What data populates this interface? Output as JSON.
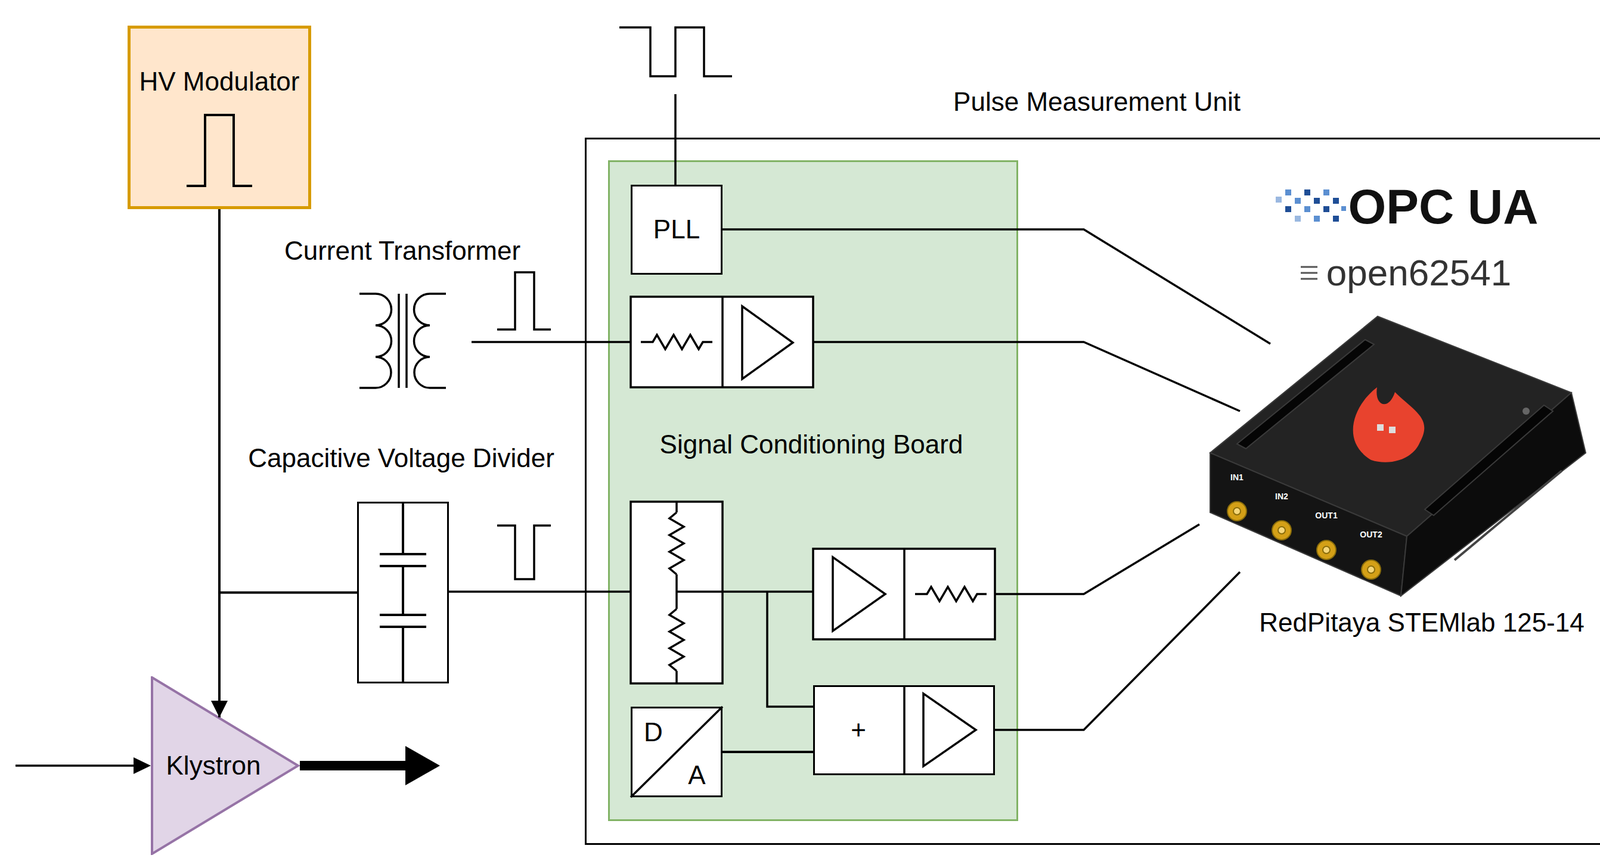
{
  "diagram": {
    "nodes": [
      {
        "text": [
          "HV Modulator"
        ]
      },
      {
        "text": [
          "Pulse Measurement Unit"
        ]
      },
      {
        "text": [
          "Signal Conditioning Board"
        ],
        "in": 1
      },
      {
        "text": [
          "PLL"
        ],
        "in": 2
      },
      {
        "text": [
          "Capacitive Voltage Divider"
        ]
      },
      {
        "text": [
          "D",
          "A"
        ],
        "in": 2
      },
      {
        "text": [
          "+"
        ],
        "in": 2
      },
      {
        "text": [
          "Klystron"
        ]
      }
    ],
    "edges": [
      {
        "from": 0,
        "to": 7,
        "arrow": "to"
      },
      {
        "from": 0,
        "to": 4,
        "arrow": "none"
      },
      {
        "from": 5,
        "to": 6,
        "arrow": "none"
      }
    ],
    "labels": [
      "Current Transformer",
      "OPC UA",
      "open62541",
      "IN1",
      "IN2",
      "OUT1",
      "OUT2",
      "RedPitaya STEMlab 125-14"
    ]
  }
}
